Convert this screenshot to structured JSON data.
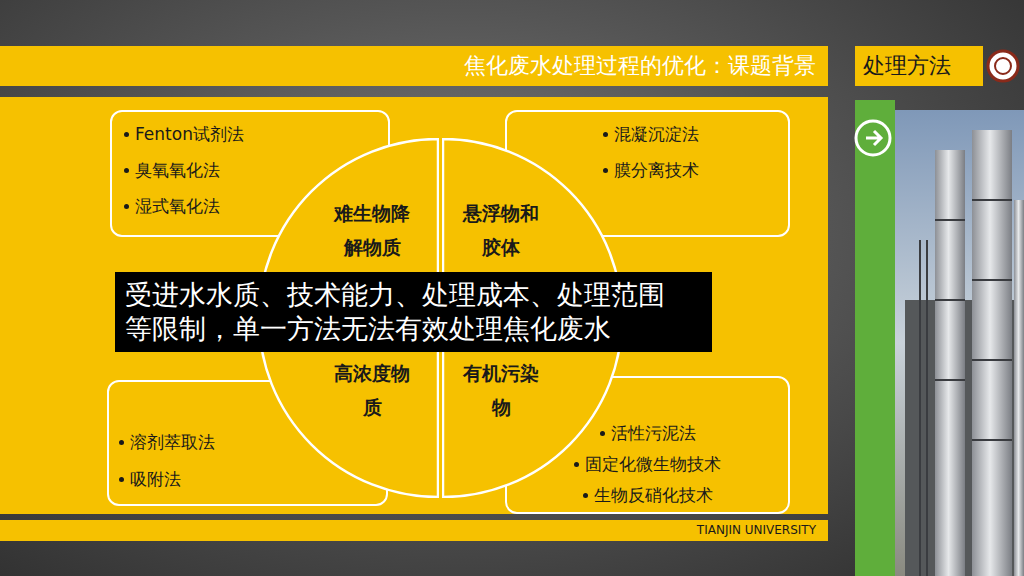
{
  "diagram": {
    "title": "焦化废水处理过程的优化：课题背景",
    "nodes": [
      {
        "text": [
          "处理方法"
        ]
      },
      {
        "text": [
          "Fenton试剂法",
          "臭氧氧化法",
          "湿式氧化法"
        ]
      },
      {
        "text": [
          "混凝沉淀法",
          "膜分离技术"
        ]
      },
      {
        "text": [
          "难生物降解物质",
          "高浓度物质"
        ]
      },
      {
        "text": [
          "悬浮物和胶体",
          "有机污染物"
        ]
      },
      {
        "text": [
          "受进水水质、技术能力、处理成本、处理范围等限制，单一方法无法有效处理焦化废水"
        ]
      },
      {
        "text": [
          "溶剂萃取法",
          "吸附法"
        ]
      },
      {
        "text": [
          "活性污泥法",
          "固定化微生物技术",
          "生物反硝化技术"
        ]
      }
    ],
    "labels": [
      "TIANJIN UNIVERSITY"
    ]
  }
}
